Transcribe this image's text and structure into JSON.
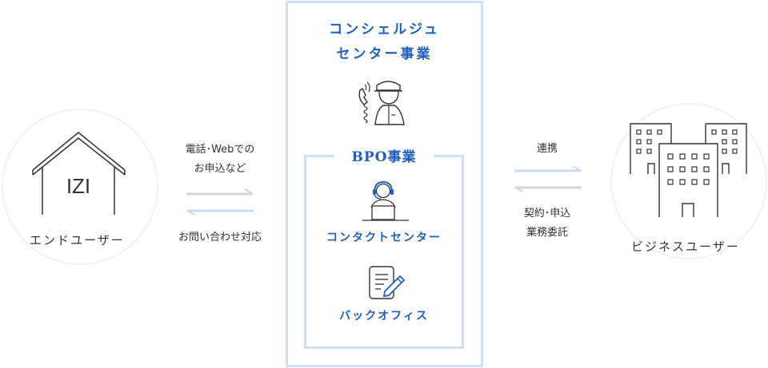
{
  "end_user": {
    "label": "エンドユーザー",
    "sign_text": "IZI"
  },
  "business_user": {
    "label": "ビジネスユーザー"
  },
  "left_flow": {
    "top_lines": [
      "電話･Webでの",
      "お申込など"
    ],
    "bottom_lines": [
      "お問い合わせ対応"
    ]
  },
  "right_flow": {
    "top_lines": [
      "連携"
    ],
    "bottom_lines": [
      "契約･申込",
      "業務委託"
    ]
  },
  "concierge": {
    "title_lines": [
      "コンシェルジュ",
      "センター事業"
    ],
    "icon": "phone-operator-icon"
  },
  "bpo": {
    "title": "BPO事業",
    "services": [
      {
        "label": "コンタクトセンター",
        "icon": "headset-agent-icon"
      },
      {
        "label": "バックオフィス",
        "icon": "document-pen-icon"
      }
    ]
  },
  "colors": {
    "accent_blue": "#1f5fbf",
    "light_blue": "#cfe0f7",
    "gray_arrow": "#d5d5d5",
    "blue_arrow": "#c9ddf8",
    "line": "#333333",
    "circle": "#f1f1f1"
  }
}
